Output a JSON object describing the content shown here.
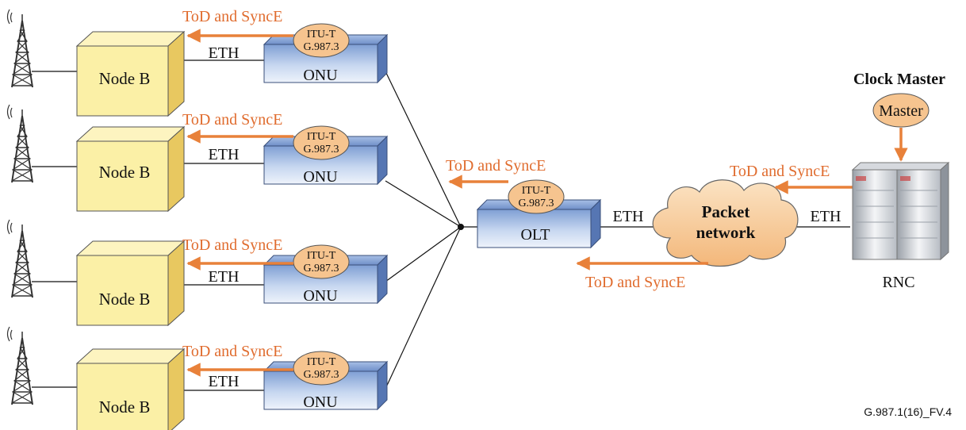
{
  "diagram": {
    "sync_label": "ToD and SyncE",
    "eth_label": "ETH",
    "node_label": "Node B",
    "onu_label": "ONU",
    "olt_label": "OLT",
    "itu_line1": "ITU-T",
    "itu_line2": "G.987.3",
    "cloud_line1": "Packet",
    "cloud_line2": "network",
    "rnc_label": "RNC",
    "clock_master_label": "Clock Master",
    "master_label": "Master",
    "figure_id": "G.987.1(16)_FV.4"
  },
  "colors": {
    "arrow": "#e8813a",
    "sync_text": "#e06c2e",
    "node_box": "#fbf0a6",
    "onu_box": "#9cb7e0",
    "oval": "#f6c48f",
    "cloud": "#f8d0a0"
  },
  "icons": [
    "antenna-tower-icon",
    "rnc-server-icon"
  ]
}
